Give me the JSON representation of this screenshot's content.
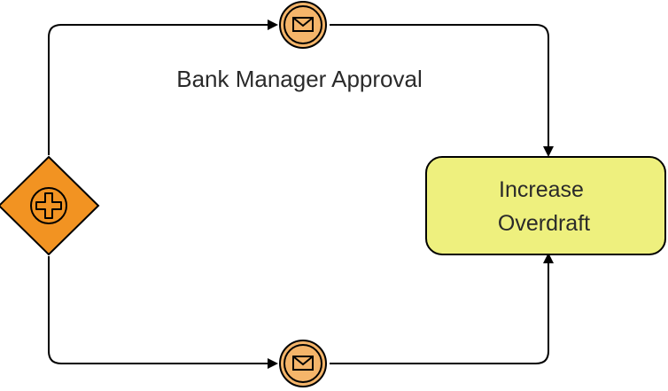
{
  "diagram": {
    "gateway": {
      "type": "parallel",
      "icon": "plus-icon",
      "color": "#f29322"
    },
    "events": [
      {
        "type": "intermediate-message",
        "icon": "envelope-icon",
        "color": "#f5b56a"
      },
      {
        "type": "intermediate-message",
        "icon": "envelope-icon",
        "color": "#f5b56a"
      }
    ],
    "task": {
      "label_line1": "Increase",
      "label_line2": "Overdraft",
      "fill": "#eef07e"
    },
    "flows": {
      "top_label": "Bank Manager Approval"
    }
  }
}
